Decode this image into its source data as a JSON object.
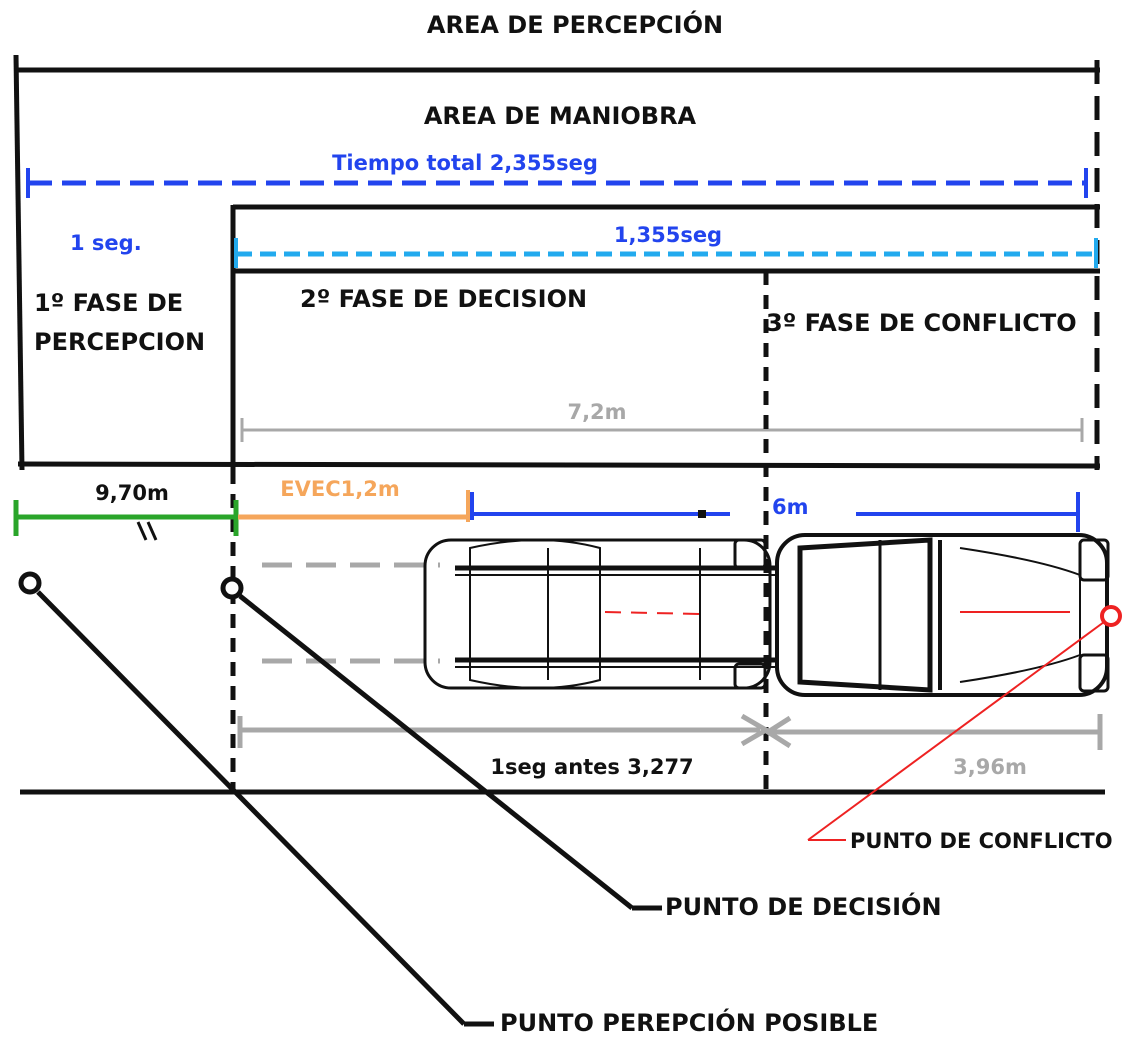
{
  "labels": {
    "area_percepcion": "AREA DE PERCEPCIÓN",
    "area_maniobra": "AREA DE MANIOBRA",
    "tiempo_total": "Tiempo total 2,355seg",
    "un_seg": "1 seg.",
    "t_1355": "1,355seg",
    "fase1_line1": "1º FASE DE",
    "fase1_line2": "PERCEPCION",
    "fase2": "2º FASE DE DECISION",
    "fase3": "3º FASE DE CONFLICTO",
    "dist_72": "7,2m",
    "dist_970": "9,70m",
    "evec": "EVEC1,2m",
    "dist_6": "6m",
    "seg_antes": "1seg antes 3,277",
    "dist_396": "3,96m",
    "punto_conflicto": "PUNTO DE CONFLICTO",
    "punto_decision": "PUNTO DE DECISIÓN",
    "punto_percepcion": "PUNTO PEREPCIÓN POSIBLE"
  },
  "colors": {
    "black": "#111111",
    "blue": "#2244ee",
    "light_blue": "#22aaee",
    "gray": "#a8a8a8",
    "green": "#2aa52a",
    "orange": "#f5a65b",
    "red": "#ee2222"
  }
}
